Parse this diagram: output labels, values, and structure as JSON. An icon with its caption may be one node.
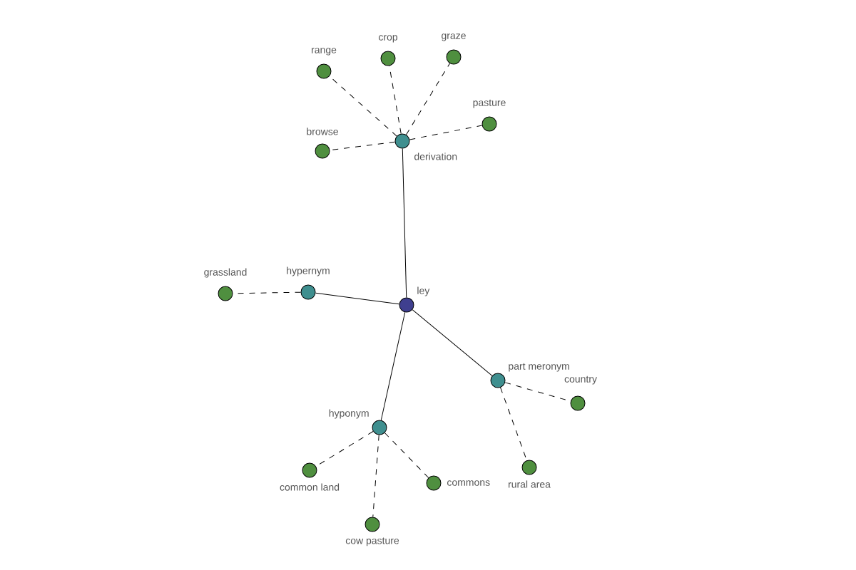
{
  "diagram": {
    "nodes": [
      {
        "text": [
          "crop"
        ]
      },
      {
        "text": [
          "graze"
        ]
      },
      {
        "text": [
          "range"
        ]
      },
      {
        "text": [
          "pasture"
        ]
      },
      {
        "text": [
          "derivation"
        ]
      },
      {
        "text": [
          "browse"
        ]
      },
      {
        "text": [
          "hypernym"
        ]
      },
      {
        "text": [
          "grassland"
        ]
      },
      {
        "text": [
          "ley"
        ]
      },
      {
        "text": [
          "part meronym"
        ]
      },
      {
        "text": [
          "country"
        ]
      },
      {
        "text": [
          "hyponym"
        ]
      },
      {
        "text": [
          "common land"
        ]
      },
      {
        "text": [
          "rural area"
        ]
      },
      {
        "text": [
          "commons"
        ]
      },
      {
        "text": [
          "cow pasture"
        ]
      }
    ],
    "edges": [
      {
        "from": 8,
        "to": 4,
        "arrow": "none"
      },
      {
        "from": 8,
        "to": 6,
        "arrow": "none"
      },
      {
        "from": 8,
        "to": 9,
        "arrow": "none"
      },
      {
        "from": 8,
        "to": 11,
        "arrow": "none"
      },
      {
        "from": 4,
        "to": 0,
        "arrow": "none",
        "style": "dashed"
      },
      {
        "from": 4,
        "to": 1,
        "arrow": "none",
        "style": "dashed"
      },
      {
        "from": 4,
        "to": 2,
        "arrow": "none",
        "style": "dashed"
      },
      {
        "from": 4,
        "to": 3,
        "arrow": "none",
        "style": "dashed"
      },
      {
        "from": 4,
        "to": 5,
        "arrow": "none",
        "style": "dashed"
      },
      {
        "from": 6,
        "to": 7,
        "arrow": "none",
        "style": "dashed"
      },
      {
        "from": 9,
        "to": 10,
        "arrow": "none",
        "style": "dashed"
      },
      {
        "from": 9,
        "to": 13,
        "arrow": "none",
        "style": "dashed"
      },
      {
        "from": 11,
        "to": 12,
        "arrow": "none",
        "style": "dashed"
      },
      {
        "from": 11,
        "to": 14,
        "arrow": "none",
        "style": "dashed"
      },
      {
        "from": 11,
        "to": 15,
        "arrow": "none",
        "style": "dashed"
      }
    ]
  }
}
